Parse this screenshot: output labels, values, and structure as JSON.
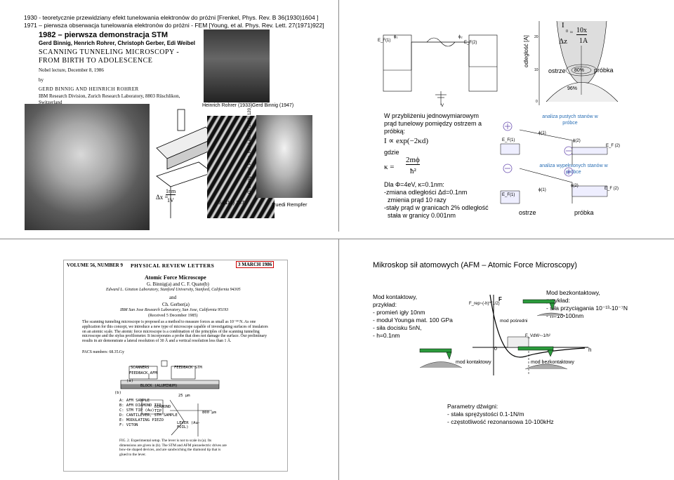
{
  "header": {
    "line1": "1930 - teoretycznie przewidziany efekt tunelowania elektronów do próżni [Frenkel, Phys. Rev. B 36(1930)1604 ]",
    "line2": "1971 – pierwsza obserwacja tunelowania elektronów do próżni - FEM [Young, et al. Phys. Rev. Lett. 27(1971)922]"
  },
  "slide1": {
    "title": "1982 – pierwsza demonstracja STM",
    "authors": "Gerd Binnig, Henrich Rohrer, Christoph Gerber, Edi Weibel",
    "paper_title": "SCANNING TUNNELING MICROSCOPY - FROM BIRTH TO ADOLESCENCE",
    "lecture": "Nobel lecture, December 8, 1986",
    "by": "by",
    "by_authors": "GERD BINNIG AND HEINRICH ROHRER",
    "affiliation": "IBM Research Division, Zurich Research Laboratory, 8803 Rüschlikon, Switzerland",
    "scale_x": "Δx =",
    "scale_num": "1nm",
    "scale_den": "1V"
  },
  "slide2": {
    "caption_left": "Heinrich Rohrer (1933)",
    "caption_right": "Gerd Binnig (1947)",
    "si": "Si(111) 7x7",
    "ref": "G. Binnig et al. Phys. Rev. Lett. 50 (1983) 120",
    "rempfer": "Ruedi Rempfer"
  },
  "slide3": {
    "ylabel": "odległość [A]",
    "tick_20": "20",
    "tick_10": "10",
    "tick_0": "0",
    "formula_i": "I",
    "formula_0": "0",
    "formula_frac_top": "10x",
    "formula_frac_bot": "1A",
    "formula_dz": "Δz",
    "formula_eq": "≈",
    "ostrze": "ostrze",
    "pct80": "80%",
    "probka": "próbka",
    "pct96": "96%",
    "ef1": "E_F(1)",
    "phi1": "ϕ₁",
    "phi2": "ϕ₂",
    "ef2": "E_F(2)",
    "v": "V",
    "intro": "W przybliżeniu jednowymiarowym prąd tunelowy pomiędzy ostrzem a próbką:",
    "eq1": "I ∝ exp(−2κd)",
    "gdzie": "gdzie",
    "kappa": "κ =",
    "eq2_top": "2mϕ",
    "eq2_bot": "ħ²",
    "dla": "Dla Φ=4eV, κ=0.1nm:",
    "l1": "-zmiana odległości Δd=0.1nm",
    "l2": "  zmienia prąd 10 razy",
    "l3": "-stały prąd w granicach 2% odległość",
    "l4": "  stała w granicy 0.001nm",
    "analiza_pustych": "analiza pustych stanów w próbce",
    "analiza_wypelnionych": "analiza wypełnionych stanów w próbce",
    "phi_1": "ϕ(1)",
    "phi_2": "ϕ(2)",
    "efp1": "E_F(1)",
    "efp2": "E_F (2)",
    "ostrze2": "ostrze",
    "probka2": "próbka"
  },
  "slide4": {
    "journal_vol": "VOLUME 56, NUMBER 9",
    "journal_name": "PHYSICAL REVIEW LETTERS",
    "journal_date": "3 MARCH 1986",
    "paper_title": "Atomic Force Microscope",
    "authors": "G. Binnig(a) and C. F. Quate(b)",
    "aff1": "Edward L. Ginzton Laboratory, Stanford University, Stanford, California 94305",
    "and": "and",
    "author3": "Ch. Gerber(a)",
    "aff2": "IBM San Jose Research Laboratory, San Jose, California 95193",
    "received": "(Received 5 December 1985)",
    "abstract": "The scanning tunneling microscope is proposed as a method to measure forces as small as 10⁻¹⁸ N. As one application for this concept, we introduce a new type of microscope capable of investigating surfaces of insulators on an atomic scale. The atomic force microscope is a combination of the principles of the scanning tunneling microscope and the stylus profilometer. It incorporates a probe that does not damage the surface. Our preliminary results in air demonstrate a lateral resolution of 30 Å and a vertical resolution less than 1 Å.",
    "pacs": "PACS numbers: 68.35.Gy",
    "label_scanners": "SCANNERS",
    "label_feedback_afm": "FEEDBACK AFM",
    "label_feedback_stm": "FEEDBACK STM",
    "label_block": "BLOCK (ALUMINUM)",
    "label_a": "(a)",
    "label_b": "(b)",
    "legend": [
      "A: AFM SAMPLE",
      "B: AFM DIAMOND TIP",
      "C: STM TIP (Au)",
      "D: CANTILEVER, STM SAMPLE",
      "E: MODULATING PIEZO",
      "F: VITON"
    ],
    "tip_label": "DIAMOND TIP",
    "lever_label": "LEVER (Au-FOIL)",
    "dim_25": "25 μm",
    "dim_800": "800 μm",
    "fig_caption": "FIG. 2. Experimental setup. The lever is not to scale in (a). Its dimensions are given in (b). The STM and AFM piezoelectric drives are bow-tie shaped devices, and are sandwiching the diamond tip that is glued to the lever."
  },
  "slide5": {
    "title": "Mikroskop sił atomowych (AFM – Atomic Force Microscopy)",
    "contact_title": "Mod kontaktowy,",
    "contact_lines": [
      "przykład:",
      "- promień igły 10nm",
      "- moduł Younga mat. 100 GPa",
      "- siła docisku 5nN,",
      "- h=0.1nm"
    ],
    "noncontact_title": "Mod bezkontaktowy,",
    "noncontact_lines": [
      "przykład:",
      "- siła przyciągania 10⁻¹³-10⁻⁷N",
      "- h=10-100nm"
    ],
    "f_label": "F",
    "frep": "F_rep~(-h)^(1/2)",
    "fvdw": "F_VdW~-1/h²",
    "zero": "0",
    "h_label": "h",
    "mod_posredni": "mod pośredni",
    "mod_kontaktowy": "mod kontaktowy",
    "mod_bezkontaktowy": "mod bezkontaktowy",
    "params_title": "Parametry dźwigni:",
    "params": [
      "- stała sprężystości 0.1-1N/m",
      "- częstotliwość rezonansowa 10-100kHz"
    ]
  }
}
